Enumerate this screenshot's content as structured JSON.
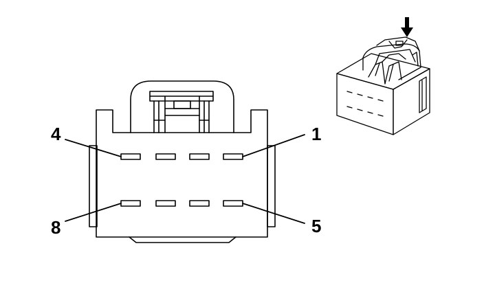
{
  "diagram": {
    "colors": {
      "stroke": "#000000",
      "background": "#ffffff"
    },
    "pin_labels": {
      "top_left": "4",
      "top_right": "1",
      "bottom_left": "8",
      "bottom_right": "5"
    },
    "icons": [
      "insertion-arrow-icon",
      "connector-perspective-icon"
    ]
  }
}
